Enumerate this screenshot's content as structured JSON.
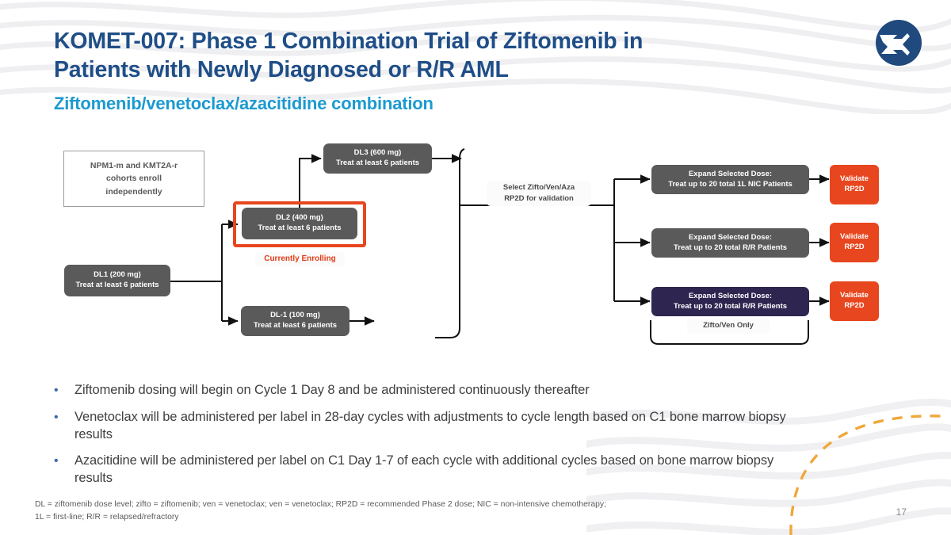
{
  "slide": {
    "title": "KOMET-007: Phase 1 Combination Trial of Ziftomenib in Patients with Newly Diagnosed or R/R AML",
    "subtitle": "Ziftomenib/venetoclax/azacitidine combination",
    "page_number": "17",
    "logo_name": "kura-oncology-logo"
  },
  "colors": {
    "title_blue": "#1F4E87",
    "subtitle_cyan": "#1C9AD0",
    "box_gray": "#5A5A5A",
    "box_purple": "#2E2550",
    "box_orange": "#E8461E",
    "highlight_red": "#E8461E",
    "bullet_dot_blue": "#3F6CA8",
    "arc_orange": "#EFA83B",
    "body_text": "#404040"
  },
  "diagram": {
    "cohort_note": {
      "line1": "NPM1-m and KMT2A-r",
      "line2": "cohorts enroll",
      "line3": "independently"
    },
    "dose_levels": [
      {
        "id": "dl1",
        "line1": "DL1 (200 mg)",
        "line2": "Treat at least 6 patients"
      },
      {
        "id": "dl2",
        "line1": "DL2 (400 mg)",
        "line2": "Treat at least 6 patients"
      },
      {
        "id": "dl3",
        "line1": "DL3 (600 mg)",
        "line2": "Treat at least 6 patients"
      },
      {
        "id": "dlm1",
        "line1": "DL-1 (100 mg)",
        "line2": "Treat at least 6 patients"
      }
    ],
    "currently_enrolling_label": "Currently Enrolling",
    "select_rp2d": {
      "line1": "Select Zifto/Ven/Aza",
      "line2": "RP2D for validation"
    },
    "expansions": [
      {
        "id": "exp-1l-nic",
        "line1": "Expand Selected Dose:",
        "line2": "Treat up to 20 total 1L NIC Patients",
        "color": "gray"
      },
      {
        "id": "exp-rr",
        "line1": "Expand Selected Dose:",
        "line2": "Treat up to 20 total R/R Patients",
        "color": "gray"
      },
      {
        "id": "exp-rr-zv",
        "line1": "Expand Selected Dose:",
        "line2": "Treat up to 20 total R/R Patients",
        "color": "purple"
      }
    ],
    "validate": [
      {
        "id": "validate-1",
        "line1": "Validate",
        "line2": "RP2D"
      },
      {
        "id": "validate-2",
        "line1": "Validate",
        "line2": "RP2D"
      },
      {
        "id": "validate-3",
        "line1": "Validate",
        "line2": "RP2D"
      }
    ],
    "zifto_ven_only_label": "Zifto/Ven Only"
  },
  "bullets": [
    "Ziftomenib dosing will begin on Cycle 1 Day 8 and be administered continuously thereafter",
    "Venetoclax will be administered per label in 28-day cycles with adjustments to cycle length based on C1 bone marrow biopsy results",
    "Azacitidine will be administered per label on C1 Day 1-7 of each cycle with additional cycles based on bone marrow biopsy results"
  ],
  "bullet_marker": "•",
  "footnote": {
    "line1": "DL = ziftomenib dose level; zifto = ziftomenib; ven = venetoclax; ven = venetoclax; RP2D = recommended Phase 2 dose; NIC = non-intensive chemotherapy;",
    "line2": "1L = first-line; R/R = relapsed/refractory"
  }
}
